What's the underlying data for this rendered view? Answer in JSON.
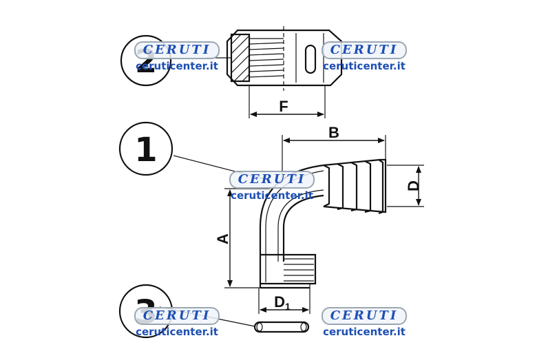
{
  "callouts": {
    "part_1": "1",
    "part_2": "2",
    "part_3": "3"
  },
  "dimensions": {
    "A": "A",
    "B": "B",
    "D": "D",
    "D1_main": "D",
    "D1_sub": "1",
    "F": "F"
  },
  "watermark": {
    "logo_text": "CERUTI",
    "site_text": "ceruticenter.it",
    "color": "#1d4fb4"
  }
}
